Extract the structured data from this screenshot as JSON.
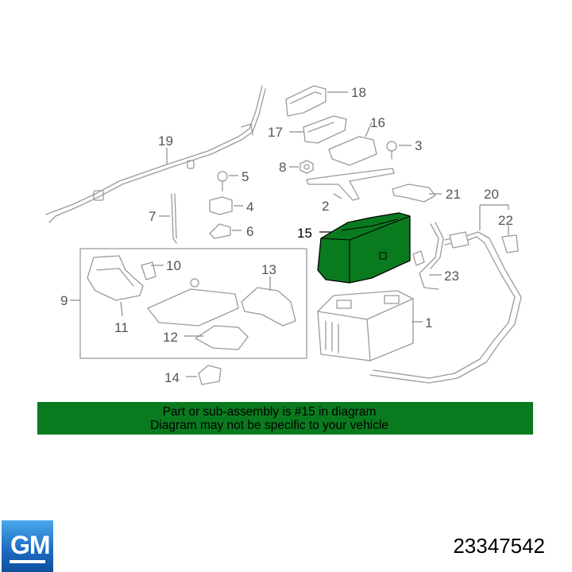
{
  "labels": {
    "l1": "1",
    "l2": "2",
    "l3": "3",
    "l4": "4",
    "l5": "5",
    "l6": "6",
    "l7": "7",
    "l8": "8",
    "l9": "9",
    "l10": "10",
    "l11": "11",
    "l12": "12",
    "l13": "13",
    "l14": "14",
    "l15": "15",
    "l16": "16",
    "l17": "17",
    "l18": "18",
    "l19": "19",
    "l20": "20",
    "l21": "21",
    "l22": "22",
    "l23": "23"
  },
  "highlight_color": "#0a7a1f",
  "banner": {
    "line1": "Part or sub-assembly is #15 in diagram",
    "line2": "Diagram may not be specific to your vehicle"
  },
  "logo": {
    "text": "GM",
    "color": "#1f6fc4"
  },
  "part_number": "23347542"
}
